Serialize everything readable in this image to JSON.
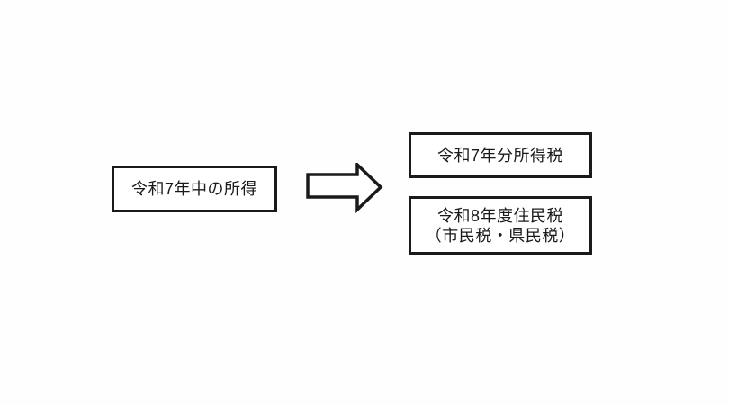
{
  "colors": {
    "background": "#ffffff",
    "ink": "#1a1a1a"
  },
  "diagram": {
    "source_box": {
      "label": "令和7年中の所得"
    },
    "arrow_icon": "right-block-arrow",
    "income_tax_box": {
      "label": "令和7年分所得税"
    },
    "resident_tax_box": {
      "line1": "令和8年度住民税",
      "line2": "（市民税・県民税）"
    }
  }
}
